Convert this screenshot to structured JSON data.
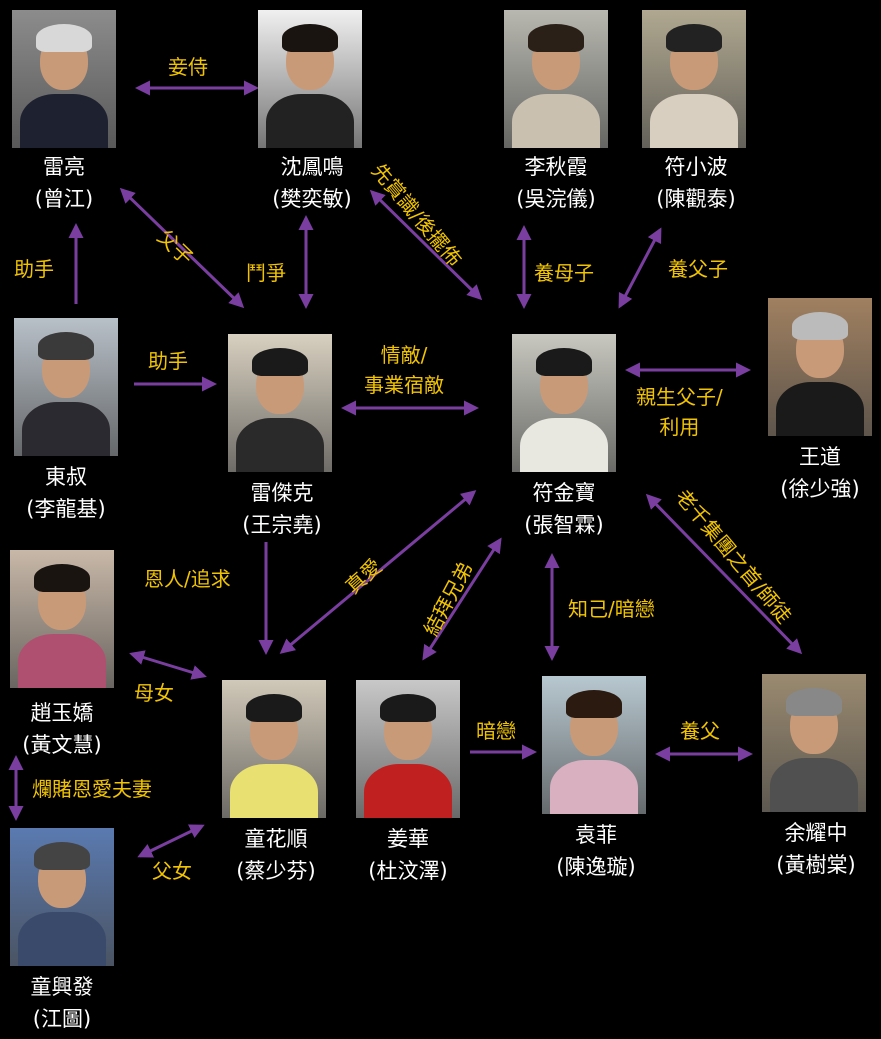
{
  "colors": {
    "background": "#000000",
    "arrow": "#7a3ea0",
    "relation_text": "#f2c400",
    "name_text": "#ffffff"
  },
  "people": [
    {
      "id": "lei-liang",
      "name": "雷亮",
      "actor": "(曾江)",
      "photo_bg": "#8c8c8c",
      "body": "#1e2130",
      "hair": "#d8d8d8"
    },
    {
      "id": "shen-fengming",
      "name": "沈鳳鳴",
      "actor": "(樊奕敏)",
      "photo_bg": "#f0f0f0",
      "body": "#222222",
      "hair": "#1a1410"
    },
    {
      "id": "li-qiuxia",
      "name": "李秋霞",
      "actor": "(吳浣儀)",
      "photo_bg": "#b8b8b0",
      "body": "#c9c0b0",
      "hair": "#2a2018"
    },
    {
      "id": "fu-xiaobo",
      "name": "符小波",
      "actor": "(陳觀泰)",
      "photo_bg": "#b0a890",
      "body": "#d8cfc0",
      "hair": "#222222"
    },
    {
      "id": "dong-shu",
      "name": "東叔",
      "actor": "(李龍基)",
      "photo_bg": "#b8c0c8",
      "body": "#2a2a30",
      "hair": "#3a3a3a"
    },
    {
      "id": "lei-jieke",
      "name": "雷傑克",
      "actor": "(王宗堯)",
      "photo_bg": "#d8d0c0",
      "body": "#2a2a2a",
      "hair": "#1a1a1a"
    },
    {
      "id": "fu-jinbao",
      "name": "符金寶",
      "actor": "(張智霖)",
      "photo_bg": "#c8c8c0",
      "body": "#e8e8e0",
      "hair": "#1a1a1a"
    },
    {
      "id": "wang-dao",
      "name": "王道",
      "actor": "(徐少強)",
      "photo_bg": "#a08060",
      "body": "#1a1a1a",
      "hair": "#bbbbbb"
    },
    {
      "id": "zhao-yujiao",
      "name": "趙玉嬌",
      "actor": "(黃文慧)",
      "photo_bg": "#c8b8a8",
      "body": "#b05070",
      "hair": "#1a1410"
    },
    {
      "id": "tong-huashun",
      "name": "童花順",
      "actor": "(蔡少芬)",
      "photo_bg": "#d0c8b8",
      "body": "#e8e070",
      "hair": "#1a1a1a"
    },
    {
      "id": "jiang-hua",
      "name": "姜華",
      "actor": "(杜汶澤)",
      "photo_bg": "#c8c8c8",
      "body": "#c02020",
      "hair": "#1a1a1a"
    },
    {
      "id": "yuan-fei",
      "name": "袁菲",
      "actor": "(陳逸璇)",
      "photo_bg": "#b8c8d0",
      "body": "#d8b0c0",
      "hair": "#2a1a10"
    },
    {
      "id": "yu-yaozhong",
      "name": "余耀中",
      "actor": "(黃樹棠)",
      "photo_bg": "#9a8a70",
      "body": "#505050",
      "hair": "#888888"
    },
    {
      "id": "tong-xingfa",
      "name": "童興發",
      "actor": "(江圖)",
      "photo_bg": "#5a7ab0",
      "body": "#3a4a6a",
      "hair": "#444444"
    }
  ],
  "relations": [
    {
      "id": "concubine",
      "label": "妾侍"
    },
    {
      "id": "father-son",
      "label": "父子"
    },
    {
      "id": "assistant-1",
      "label": "助手"
    },
    {
      "id": "struggle",
      "label": "鬥爭"
    },
    {
      "id": "punish",
      "label": "先賞識/後擺佈"
    },
    {
      "id": "adopt-mother",
      "label": "養母子"
    },
    {
      "id": "adopt-father",
      "label": "養父子"
    },
    {
      "id": "assistant-2",
      "label": "助手"
    },
    {
      "id": "rival",
      "label": "情敵/\n事業宿敵"
    },
    {
      "id": "bio-father",
      "label": "親生父子/\n利用"
    },
    {
      "id": "benefactor",
      "label": "恩人/追求"
    },
    {
      "id": "true-love",
      "label": "真愛"
    },
    {
      "id": "sworn-brothers",
      "label": "結拜兄弟"
    },
    {
      "id": "confidant",
      "label": "知己/暗戀"
    },
    {
      "id": "boss-mentor",
      "label": "老千集團之首/師徒"
    },
    {
      "id": "mother-daughter",
      "label": "母女"
    },
    {
      "id": "crush",
      "label": "暗戀"
    },
    {
      "id": "adoptive-father",
      "label": "養父"
    },
    {
      "id": "gambler-couple",
      "label": "爛賭恩愛夫妻"
    },
    {
      "id": "father-daughter",
      "label": "父女"
    }
  ]
}
